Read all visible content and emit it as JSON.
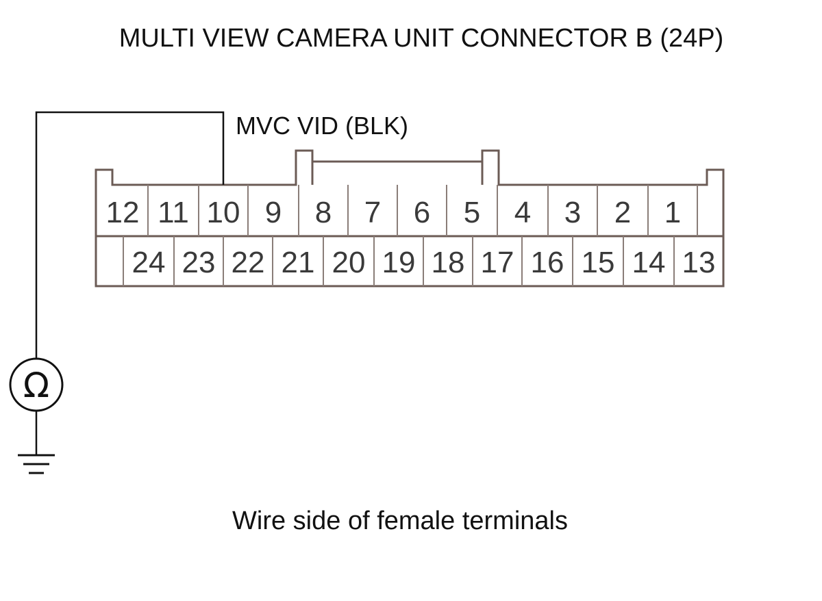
{
  "title": "MULTI VIEW CAMERA UNIT CONNECTOR B (24P)",
  "wire_label": "MVC VID (BLK)",
  "footer": "Wire side of female terminals",
  "meter_symbol": "Ω",
  "meter_icon": "ohmmeter-icon",
  "ground_icon": "ground-icon",
  "colors": {
    "line": "#111111",
    "housing": "#6b5b55",
    "pin_text": "#3a3a3a"
  },
  "connector": {
    "top_row": [
      "12",
      "11",
      "10",
      "9",
      "8",
      "7",
      "6",
      "5",
      "4",
      "3",
      "2",
      "1"
    ],
    "bottom_row": [
      "24",
      "23",
      "22",
      "21",
      "20",
      "19",
      "18",
      "17",
      "16",
      "15",
      "14",
      "13"
    ]
  }
}
